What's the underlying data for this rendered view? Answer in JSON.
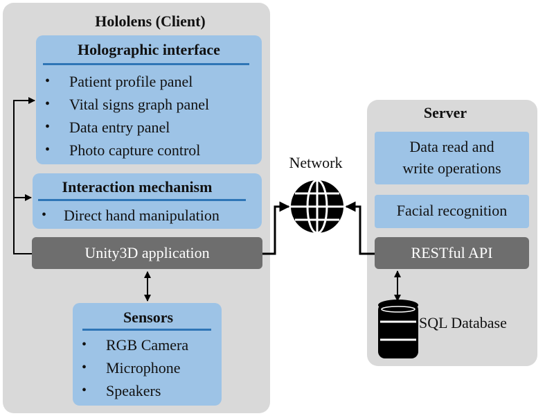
{
  "client": {
    "title": "Hololens (Client)",
    "holographic": {
      "title": "Holographic interface",
      "items": [
        "Patient profile panel",
        "Vital signs graph panel",
        "Data entry panel",
        "Photo capture control"
      ]
    },
    "interaction": {
      "title": "Interaction mechanism",
      "items": [
        "Direct hand manipulation"
      ]
    },
    "unity_label": "Unity3D application",
    "sensors": {
      "title": "Sensors",
      "items": [
        "RGB Camera",
        "Microphone",
        "Speakers"
      ]
    }
  },
  "network": {
    "label": "Network",
    "icon": "globe-icon"
  },
  "server": {
    "title": "Server",
    "read_write_line1": "Data read and",
    "read_write_line2": "write operations",
    "facial": "Facial recognition",
    "api_label": "RESTful API",
    "database": {
      "label": "SQL Database",
      "icon": "database-icon"
    }
  },
  "colors": {
    "panel": "#d9d9d9",
    "light_blue": "#9dc3e6",
    "rule_blue": "#2e75b6",
    "dark_bar": "#6e6e6e"
  }
}
